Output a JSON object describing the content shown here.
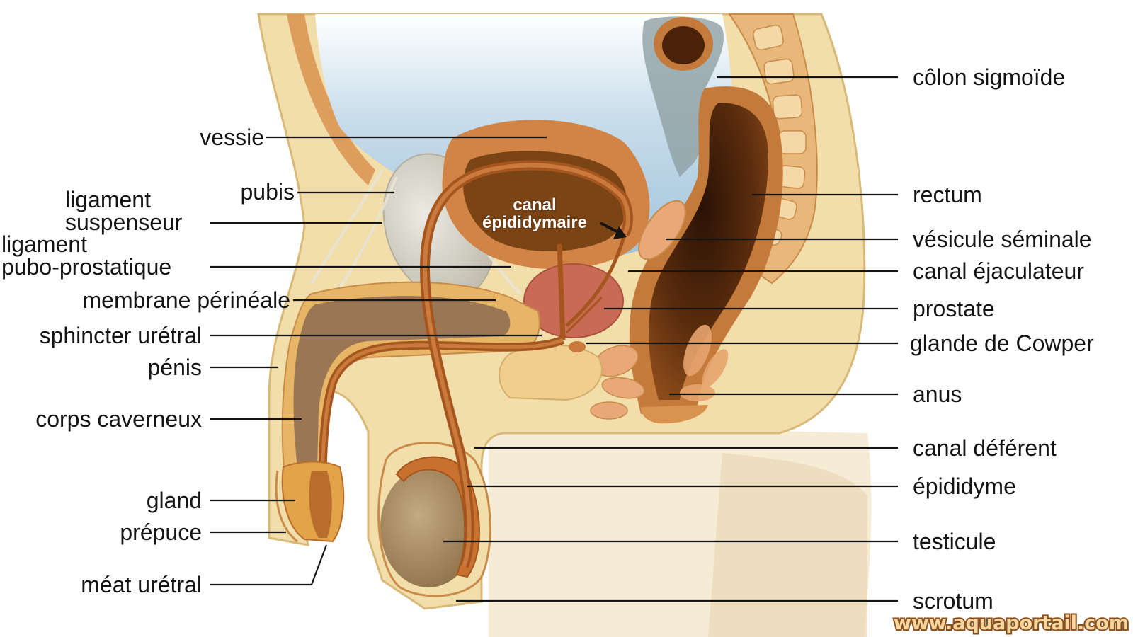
{
  "labels": {
    "vessie": "vessie",
    "pubis": "pubis",
    "ligament_suspenseur_1": "ligament",
    "ligament_suspenseur_2": "suspenseur",
    "ligament_pubo_1": "ligament",
    "ligament_pubo_2": "pubo-prostatique",
    "membrane_perineale": "membrane périnéale",
    "sphincter_uretral": "sphincter urétral",
    "penis": "pénis",
    "corps_caverneux": "corps caverneux",
    "gland": "gland",
    "prepuce": "prépuce",
    "meat_uretral": "méat urétral",
    "colon_sigmoide": "côlon sigmoïde",
    "rectum": "rectum",
    "vesicule_seminale": "vésicule séminale",
    "canal_ejaculateur": "canal éjaculateur",
    "prostate": "prostate",
    "glande_cowper": "glande de Cowper",
    "anus": "anus",
    "canal_deferent": "canal déférent",
    "epididyme": "épididyme",
    "testicule": "testicule",
    "scrotum": "scrotum",
    "canal_epididymaire_1": "canal",
    "canal_epididymaire_2": "épididymaire"
  },
  "watermark": "www.aquaportail.com",
  "colors": {
    "skin": "#f2deab",
    "tissue_orange": "#c97a3c",
    "duct_brown": "#a4561e",
    "bladder_lumen": "#7a4414",
    "prostate": "#c96a55",
    "bone": "#ddd9cc",
    "pelvic_cavity": "#a9cbe0",
    "rectum_dark": "#3a1a08",
    "testis": "#a58a62",
    "label": "#141414"
  }
}
